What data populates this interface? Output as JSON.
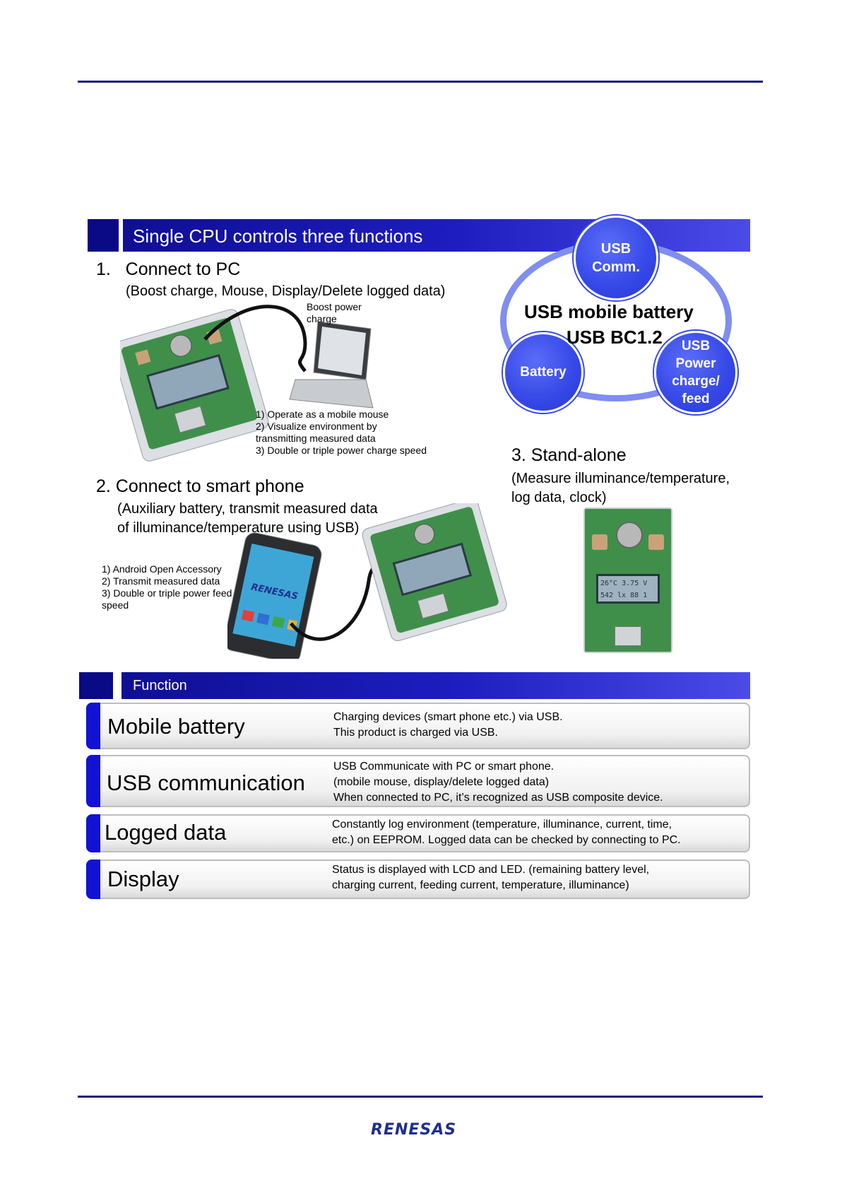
{
  "section1": {
    "title": "Single CPU controls three functions"
  },
  "pc": {
    "heading": "1.   Connect to PC",
    "sub": "(Boost charge, Mouse, Display/Delete logged data)",
    "cable_label": "Boost power\ncharge",
    "notes": "1) Operate as a mobile mouse\n2) Visualize environment   by\ntransmitting measured data\n3) Double or triple power charge speed"
  },
  "diagram": {
    "center_line1": "USB mobile battery",
    "center_line2": "USB BC1.2",
    "node_comm": "USB\nComm.",
    "node_battery": "Battery",
    "node_power": "USB\nPower\ncharge/\nfeed"
  },
  "phone": {
    "heading": "2. Connect to smart phone",
    "sub": "(Auxiliary battery, transmit measured data\n of illuminance/temperature using USB)",
    "notes": "1) Android Open Accessory\n2) Transmit measured data\n3) Double or triple power feed\nspeed",
    "screen_logo": "RENESAS"
  },
  "standalone": {
    "heading": "3. Stand-alone",
    "sub": "(Measure illuminance/temperature,\n log data, clock)",
    "lcd_line1": "26°C  3.75 V",
    "lcd_line2": "542 lx   88 1"
  },
  "section2": {
    "title": "Function"
  },
  "functions": [
    {
      "name": "Mobile battery",
      "desc": "Charging devices (smart phone etc.) via USB.\nThis product is charged via USB."
    },
    {
      "name": "USB communication",
      "desc": "USB Communicate with PC or smart phone.\n(mobile mouse, display/delete logged data)\nWhen connected to PC, it’s recognized as USB composite device."
    },
    {
      "name": "Logged data",
      "desc": "Constantly log environment (temperature, illuminance, current, time,\netc.) on EEPROM. Logged data can be checked by connecting to PC."
    },
    {
      "name": "Display",
      "desc": "Status is displayed with LCD and LED. (remaining battery level,\ncharging current, feeding current, temperature, illuminance)"
    }
  ],
  "footer": {
    "logo": "RENESAS"
  }
}
